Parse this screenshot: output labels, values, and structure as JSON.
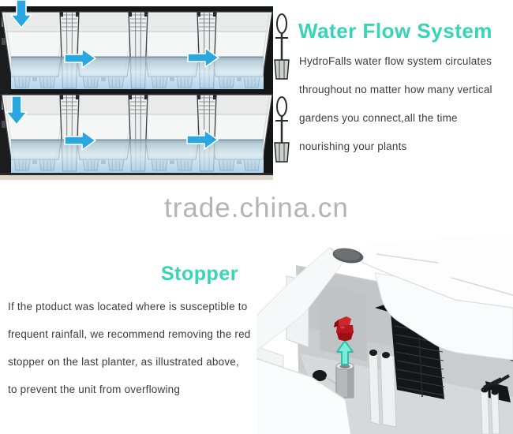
{
  "watermark": {
    "text": "trade.china.cn",
    "color": "#b4b4b4"
  },
  "sections": {
    "water_flow": {
      "heading": "Water Flow System",
      "lines": [
        "HydroFalls water flow system circulates",
        "throughout no matter how many vertical",
        "gardens you connect,all the time",
        "nourishing your plants"
      ]
    },
    "stopper": {
      "heading": "Stopper",
      "lines": [
        "If the ptoduct was located where is susceptible to",
        "frequent rainfall, we recommend removing the red",
        "stopper on the last planter, as illustrated above,",
        "to prevent the unit from overflowing"
      ]
    }
  },
  "illustrations": {
    "flow_diagram": {
      "description": "cross-section of stacked vertical-garden planters with water flow arrows",
      "rows": 2,
      "planters_per_row": 4,
      "down_arrows": 2,
      "right_arrows": 4,
      "float_gauges": 2
    },
    "stopper_render": {
      "description": "3D cutaway of planter interior showing red stopper lifted off overflow tube",
      "elements": [
        "drain-hole",
        "red-stopper",
        "up-arrow",
        "overflow-tube",
        "filter-block",
        "divider-channels"
      ]
    }
  },
  "colors": {
    "accent_teal": "#36d5b5",
    "body_text": "#3c3c3c",
    "watermark_gray": "#b4b4b4",
    "arrow_blue": "#29a8e0",
    "stopper_red": "#b8161f",
    "removal_arrow_teal": "#7debd9",
    "water_light": "#d7e9f3",
    "water_deep": "#9bc7e6"
  }
}
